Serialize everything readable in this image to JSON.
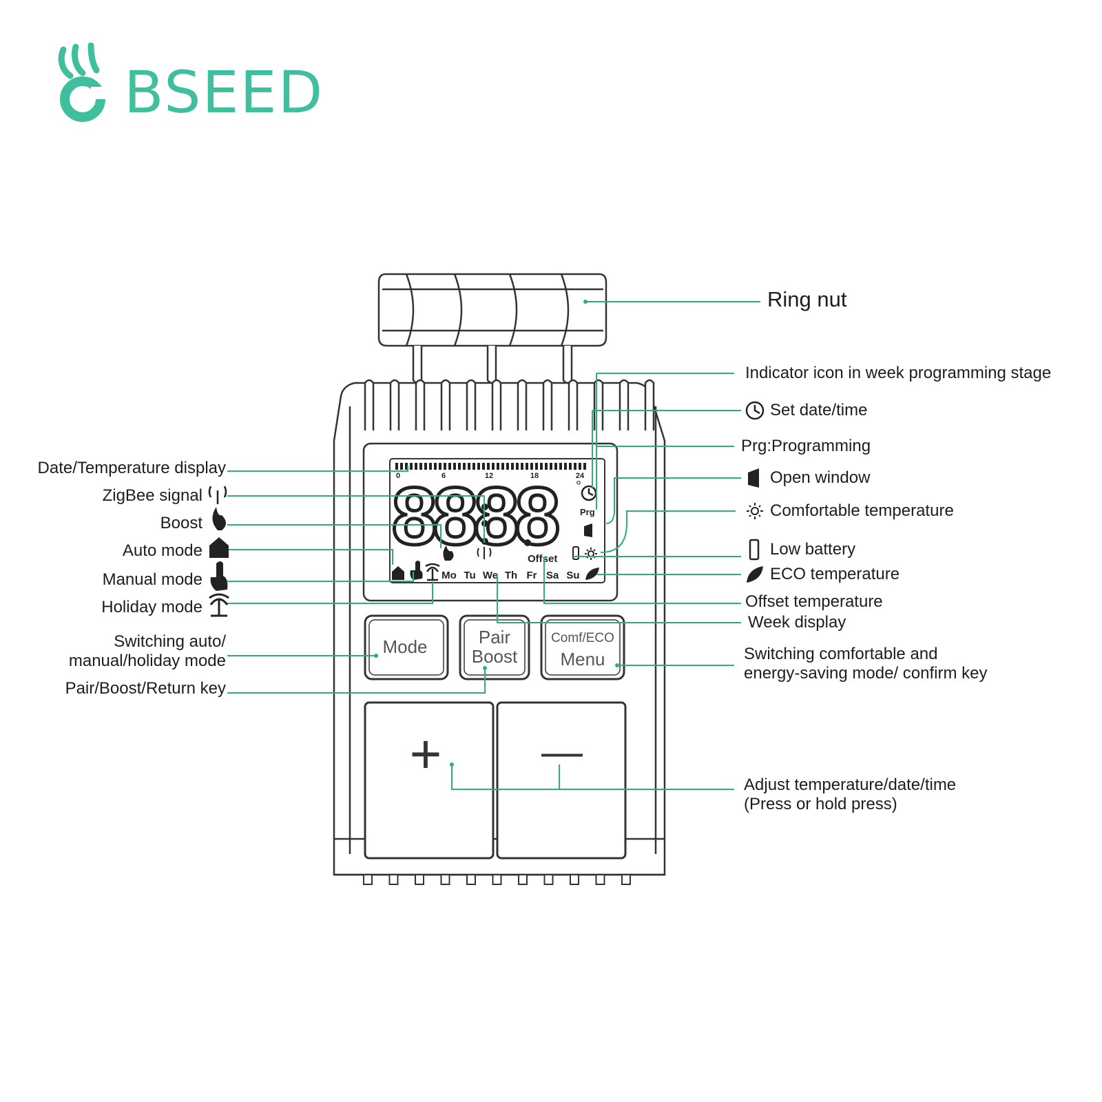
{
  "brand": {
    "name": "BSEED",
    "color": "#3fbf9e"
  },
  "colors": {
    "leader": "#2fae78",
    "outline": "#333333"
  },
  "device": {
    "display": {
      "digits": "8888",
      "scale_ticks": [
        "0",
        "6",
        "12",
        "18",
        "24"
      ],
      "degree_symbol": "°",
      "prg_text": "Prg",
      "offset_text": "Offset",
      "week_days": [
        "Mo",
        "Tu",
        "We",
        "Th",
        "Fr",
        "Sa",
        "Su"
      ]
    },
    "buttons": {
      "mode": "Mode",
      "pair": "Pair",
      "boost": "Boost",
      "comf_eco": "Comf/ECO",
      "menu": "Menu",
      "plus": "+",
      "minus": "—"
    }
  },
  "labels_left": {
    "date_temp_display": "Date/Temperature display",
    "zigbee_signal": "ZigBee signal",
    "boost": "Boost",
    "auto_mode": "Auto mode",
    "manual_mode": "Manual mode",
    "holiday_mode": "Holiday mode",
    "switching_mode_line1": "Switching auto/",
    "switching_mode_line2": "manual/holiday mode",
    "pair_boost_return": "Pair/Boost/Return key"
  },
  "labels_right": {
    "ring_nut": "Ring nut",
    "week_indicator": "Indicator icon in week programming stage",
    "set_date_time": "Set date/time",
    "programming": "Prg:Programming",
    "open_window": "Open window",
    "comfortable_temp": "Comfortable temperature",
    "low_battery": "Low battery",
    "eco_temp": "ECO temperature",
    "offset_temp": "Offset temperature",
    "week_display": "Week display",
    "switch_comf_line1": "Switching comfortable and",
    "switch_comf_line2": "energy-saving mode/ confirm key",
    "adjust_line1": "Adjust temperature/date/time",
    "adjust_line2": "(Press or hold press)"
  }
}
